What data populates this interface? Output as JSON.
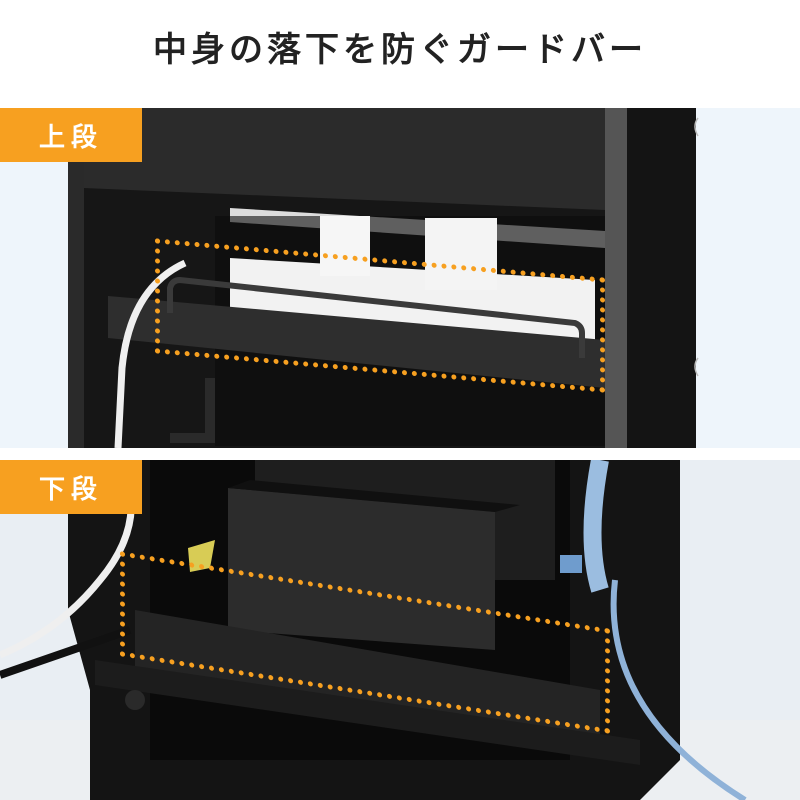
{
  "title": "中身の落下を防ぐガードバー",
  "panels": [
    {
      "label": "上段",
      "description": "upper shelf with power strip and guard bar"
    },
    {
      "label": "下段",
      "description": "lower shelf with router box, power strip and guard bar"
    }
  ],
  "colors": {
    "accent": "#f7a020",
    "cabinet": "#141414",
    "background": "#eef5fb",
    "title_text": "#222222"
  }
}
